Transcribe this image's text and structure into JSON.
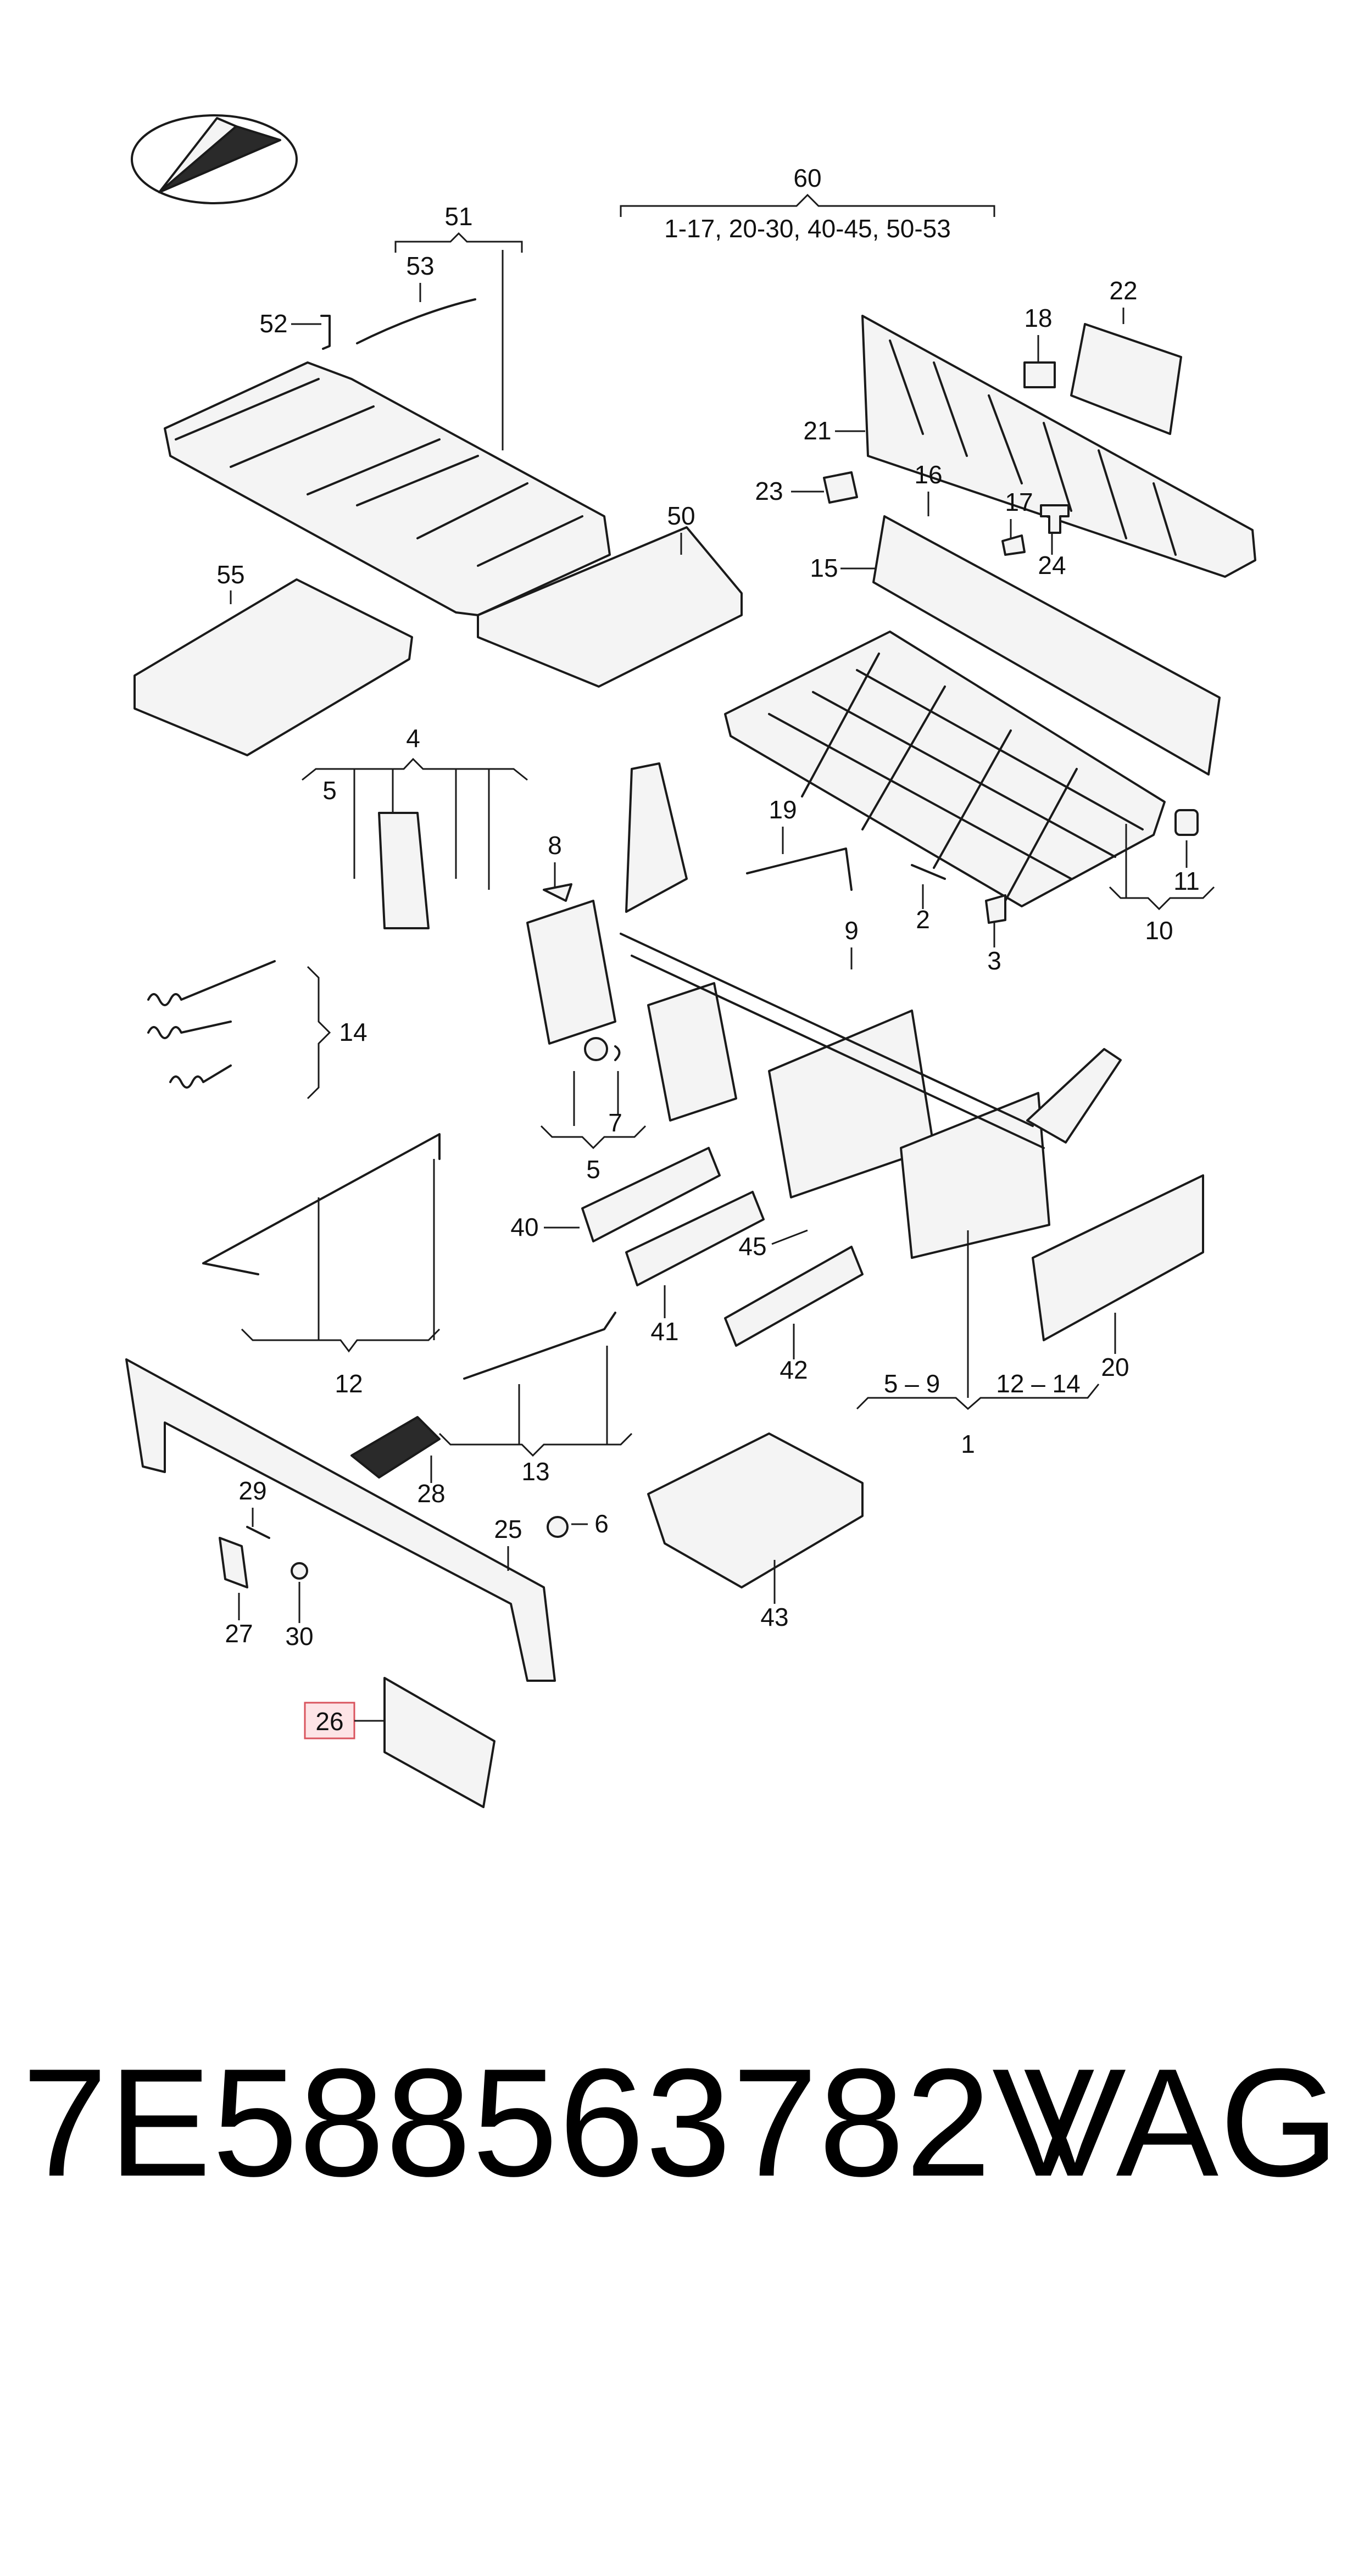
{
  "diagram": {
    "labels": {
      "l60": "60",
      "l60_range": "1-17, 20-30, 40-45, 50-53",
      "l51": "51",
      "l53": "53",
      "l52": "52",
      "l50": "50",
      "l55": "55",
      "l18": "18",
      "l22": "22",
      "l21": "21",
      "l23": "23",
      "l16": "16",
      "l17": "17",
      "l24": "24",
      "l15": "15",
      "l4": "4",
      "l5a": "5",
      "l8": "8",
      "l19": "19",
      "l2": "2",
      "l3": "3",
      "l11": "11",
      "l10": "10",
      "l9": "9",
      "l14": "14",
      "l7": "7",
      "l5b": "5",
      "l40": "40",
      "l45": "45",
      "l41": "41",
      "l42": "42",
      "l20": "20",
      "l12": "12",
      "l13": "13",
      "l1_left": "5 – 9",
      "l1_right": "12 – 14",
      "l1": "1",
      "l29": "29",
      "l28": "28",
      "l25": "25",
      "l6": "6",
      "l27": "27",
      "l30": "30",
      "l43": "43",
      "l26": "26"
    }
  },
  "footer": {
    "part_number": "7E588563782V",
    "brand": "VAG"
  },
  "colors": {
    "highlight_fill": "#fde4e6",
    "highlight_stroke": "#d9545e",
    "ink": "#1a1a1a"
  }
}
